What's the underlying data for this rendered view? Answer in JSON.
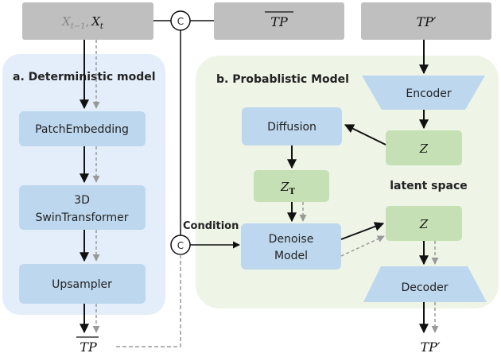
{
  "inputs": {
    "prev_state": "X",
    "prev_state_sub": "t−1",
    "comma": ",",
    "cur_state": "X",
    "cur_state_sub": "t",
    "tp_bar": "TP",
    "tp_prime": "TP′"
  },
  "concat_symbol": "C",
  "deterministic": {
    "title": "a. Deterministic model",
    "patch_embedding": "PatchEmbedding",
    "swin_line1": "3D",
    "swin_line2": "SwinTransformer",
    "upsampler": "Upsampler"
  },
  "probabilistic": {
    "title": "b. Probablistic Model",
    "encoder": "Encoder",
    "diffusion": "Diffusion",
    "z_top": "Z",
    "z_t": "Z",
    "z_t_sub": "T",
    "latent_space": "latent space",
    "condition": "Condition",
    "denoise_line1": "Denoise",
    "denoise_line2": "Model",
    "z_bottom": "Z",
    "decoder": "Decoder"
  },
  "outputs": {
    "tp_bar": "TP",
    "tp_prime": "TP′"
  },
  "colors": {
    "grey_box": "#bfbfbf",
    "blue_box": "#bdd7ee",
    "green_box": "#c5e0b4",
    "det_panel": "#e3eefa",
    "prob_panel": "#eef4e6"
  }
}
